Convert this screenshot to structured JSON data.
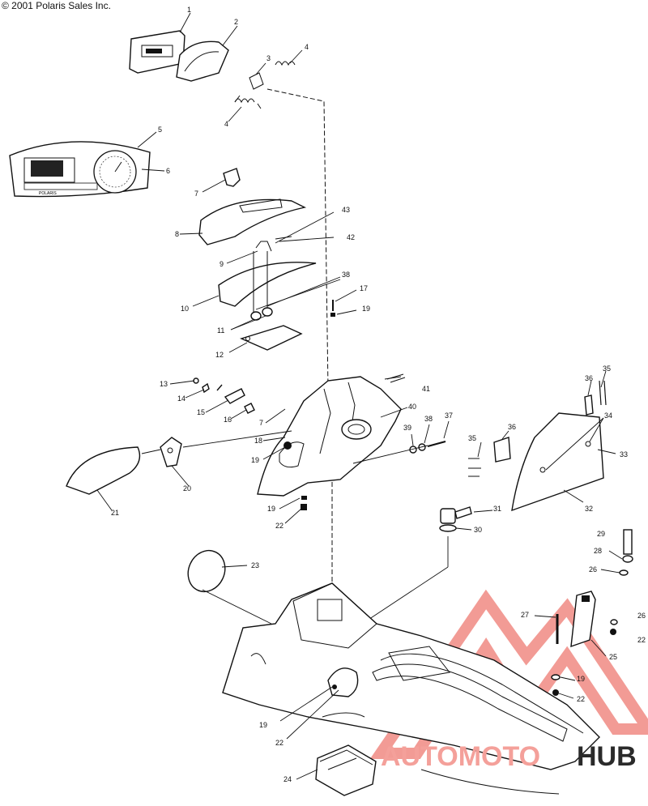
{
  "copyright": "© 2001 Polaris Sales Inc.",
  "callouts": [
    {
      "id": "c1",
      "text": "1"
    },
    {
      "id": "c2",
      "text": "2"
    },
    {
      "id": "c3",
      "text": "3"
    },
    {
      "id": "c4a",
      "text": "4"
    },
    {
      "id": "c4b",
      "text": "4"
    },
    {
      "id": "c5",
      "text": "5"
    },
    {
      "id": "c6",
      "text": "6"
    },
    {
      "id": "c7a",
      "text": "7"
    },
    {
      "id": "c8",
      "text": "8"
    },
    {
      "id": "c43",
      "text": "43"
    },
    {
      "id": "c42",
      "text": "42"
    },
    {
      "id": "c9",
      "text": "9"
    },
    {
      "id": "c38a",
      "text": "38"
    },
    {
      "id": "c10",
      "text": "10"
    },
    {
      "id": "c17",
      "text": "17"
    },
    {
      "id": "c19a",
      "text": "19"
    },
    {
      "id": "c11",
      "text": "11"
    },
    {
      "id": "c12",
      "text": "12"
    },
    {
      "id": "c13",
      "text": "13"
    },
    {
      "id": "c14",
      "text": "14"
    },
    {
      "id": "c41",
      "text": "41"
    },
    {
      "id": "c15",
      "text": "15"
    },
    {
      "id": "c16",
      "text": "16"
    },
    {
      "id": "c7b",
      "text": "7"
    },
    {
      "id": "c40",
      "text": "40"
    },
    {
      "id": "c18",
      "text": "18"
    },
    {
      "id": "c39",
      "text": "39"
    },
    {
      "id": "c38b",
      "text": "38"
    },
    {
      "id": "c37",
      "text": "37"
    },
    {
      "id": "c19b",
      "text": "19"
    },
    {
      "id": "c35a",
      "text": "35"
    },
    {
      "id": "c36a",
      "text": "36"
    },
    {
      "id": "c35b",
      "text": "35"
    },
    {
      "id": "c34",
      "text": "34"
    },
    {
      "id": "c36b",
      "text": "36"
    },
    {
      "id": "c33",
      "text": "33"
    },
    {
      "id": "c20",
      "text": "20"
    },
    {
      "id": "c21",
      "text": "21"
    },
    {
      "id": "c19c",
      "text": "19"
    },
    {
      "id": "c22a",
      "text": "22"
    },
    {
      "id": "c31",
      "text": "31"
    },
    {
      "id": "c32",
      "text": "32"
    },
    {
      "id": "c30",
      "text": "30"
    },
    {
      "id": "c29",
      "text": "29"
    },
    {
      "id": "c28",
      "text": "28"
    },
    {
      "id": "c23",
      "text": "23"
    },
    {
      "id": "c26a",
      "text": "26"
    },
    {
      "id": "c27",
      "text": "27"
    },
    {
      "id": "c26b",
      "text": "26"
    },
    {
      "id": "c22b",
      "text": "22"
    },
    {
      "id": "c25",
      "text": "25"
    },
    {
      "id": "c19d",
      "text": "19"
    },
    {
      "id": "c22c",
      "text": "22"
    },
    {
      "id": "c19e",
      "text": "19"
    },
    {
      "id": "c22d",
      "text": "22"
    },
    {
      "id": "c24",
      "text": "24"
    }
  ],
  "gauge": {
    "brand": "POLARIS"
  },
  "watermark": {
    "word1": "AUTOMOTO",
    "word2": "HUB",
    "accent": "#e8403a",
    "accent_light": "#f4a09a",
    "dark": "#2a2a2a"
  }
}
